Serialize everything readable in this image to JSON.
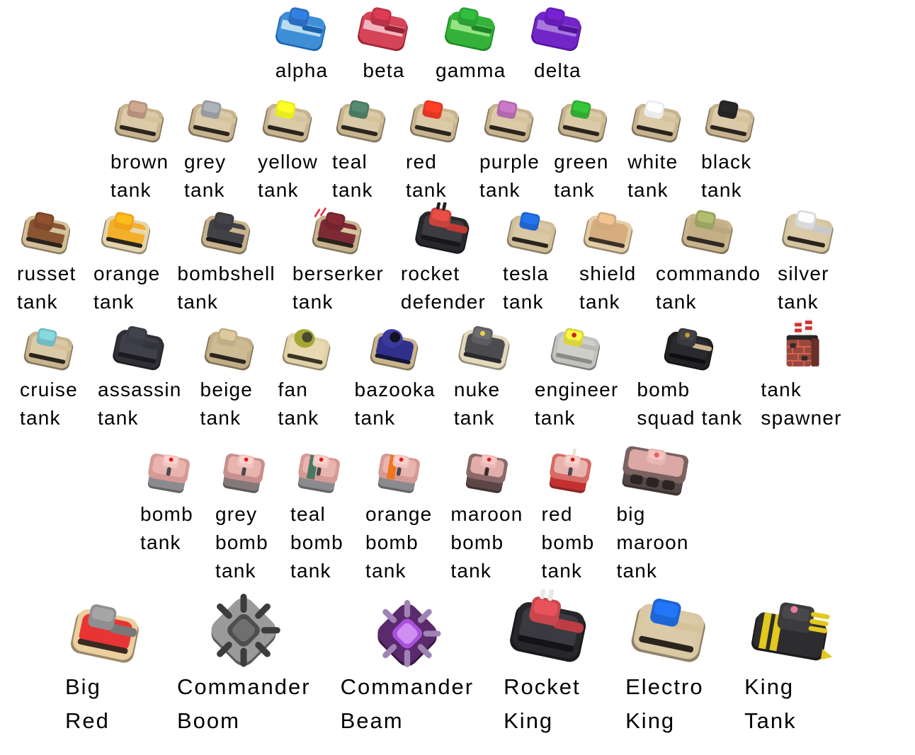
{
  "page": {
    "background": "#ffffff"
  },
  "rows": [
    {
      "items": [
        {
          "id": "alpha-tank",
          "lines": [
            "alpha"
          ],
          "icon": {
            "type": "solid",
            "w": 86,
            "colors": {
              "main": "#3f8fd6",
              "light": "#b9dcf2",
              "dark": "#1d66b4",
              "turret": "#2b6cc0"
            }
          }
        },
        {
          "id": "beta-tank",
          "lines": [
            "beta"
          ],
          "icon": {
            "type": "solid",
            "w": 86,
            "colors": {
              "main": "#d64458",
              "light": "#f2b6c0",
              "dark": "#9c2438",
              "turret": "#bb3248"
            }
          }
        },
        {
          "id": "gamma-tank",
          "lines": [
            "gamma"
          ],
          "icon": {
            "type": "solid",
            "w": 86,
            "colors": {
              "main": "#35b23a",
              "light": "#93e383",
              "dark": "#1f8c28",
              "turret": "#2aa035"
            }
          }
        },
        {
          "id": "delta-tank",
          "lines": [
            "delta"
          ],
          "icon": {
            "type": "solid",
            "w": 86,
            "colors": {
              "main": "#7326c8",
              "light": "#a678dc",
              "dark": "#5714a0",
              "turret": "#651bb4"
            }
          }
        }
      ]
    },
    {
      "items": [
        {
          "id": "brown-tank",
          "lines": [
            "brown",
            "tank"
          ],
          "icon": {
            "type": "classic",
            "w": 84,
            "colors": {
              "track": "#c7b38e",
              "body": "#dbcaa8",
              "line": "#29241d",
              "barrel": "#d6c29a",
              "turret": "#b3917b"
            }
          }
        },
        {
          "id": "grey-tank",
          "lines": [
            "grey",
            "tank"
          ],
          "icon": {
            "type": "classic",
            "w": 84,
            "colors": {
              "track": "#c7b38e",
              "body": "#dbcaa8",
              "line": "#29241d",
              "barrel": "#d6c29a",
              "turret": "#979aa2"
            }
          }
        },
        {
          "id": "yellow-tank",
          "lines": [
            "yellow",
            "tank"
          ],
          "icon": {
            "type": "classic",
            "w": 84,
            "colors": {
              "track": "#c7b38e",
              "body": "#dbcaa8",
              "line": "#29241d",
              "barrel": "#d6c29a",
              "turret": "#e8ec1f"
            }
          }
        },
        {
          "id": "teal-tank",
          "lines": [
            "teal",
            "tank"
          ],
          "icon": {
            "type": "classic",
            "w": 84,
            "colors": {
              "track": "#c7b38e",
              "body": "#dbcaa8",
              "line": "#29241d",
              "barrel": "#d6c29a",
              "turret": "#497862"
            }
          }
        },
        {
          "id": "red-tank",
          "lines": [
            "red",
            "tank"
          ],
          "icon": {
            "type": "classic",
            "w": 84,
            "colors": {
              "track": "#c7b38e",
              "body": "#dbcaa8",
              "line": "#29241d",
              "barrel": "#d6c29a",
              "turret": "#e13722"
            }
          }
        },
        {
          "id": "purple-tank",
          "lines": [
            "purple",
            "tank"
          ],
          "icon": {
            "type": "classic",
            "w": 84,
            "colors": {
              "track": "#c7b38e",
              "body": "#dbcaa8",
              "line": "#29241d",
              "barrel": "#d6c29a",
              "turret": "#b168ad"
            }
          }
        },
        {
          "id": "green-tank",
          "lines": [
            "green",
            "tank"
          ],
          "icon": {
            "type": "classic",
            "w": 84,
            "colors": {
              "track": "#c7b38e",
              "body": "#dbcaa8",
              "line": "#29241d",
              "barrel": "#d6c29a",
              "turret": "#2fab33"
            }
          }
        },
        {
          "id": "white-tank",
          "lines": [
            "white",
            "tank"
          ],
          "icon": {
            "type": "classic",
            "w": 84,
            "colors": {
              "track": "#c7b38e",
              "body": "#dbcaa8",
              "line": "#29241d",
              "barrel": "#d6c29a",
              "turret": "#ebebed"
            }
          }
        },
        {
          "id": "black-tank",
          "lines": [
            "black",
            "tank"
          ],
          "icon": {
            "type": "classic",
            "w": 84,
            "colors": {
              "track": "#c7b38e",
              "body": "#dbcaa8",
              "line": "#29241d",
              "barrel": "#d6c29a",
              "turret": "#232323"
            }
          }
        }
      ]
    },
    {
      "items": [
        {
          "id": "russet-tank",
          "lines": [
            "russet",
            "tank"
          ],
          "icon": {
            "type": "classic",
            "w": 84,
            "colors": {
              "track": "#d3bf98",
              "body": "#8a5531",
              "line": "#29241d",
              "barrel": "#d6c29a",
              "turret": "#7c4628"
            }
          }
        },
        {
          "id": "orange-tank",
          "lines": [
            "orange",
            "tank"
          ],
          "icon": {
            "type": "classic",
            "w": 84,
            "colors": {
              "track": "#e4d4ae",
              "body": "#f2b02a",
              "line": "#29241d",
              "barrel": "#e8d8ae",
              "turret": "#f0a318"
            }
          }
        },
        {
          "id": "bombshell-tank",
          "lines": [
            "bombshell",
            "tank"
          ],
          "icon": {
            "type": "classic",
            "w": 84,
            "colors": {
              "track": "#c7b38e",
              "body": "#414146",
              "line": "#1b1b1e",
              "barrel": "#c7b38e",
              "turret": "#3a3a40"
            }
          }
        },
        {
          "id": "berserker-tank",
          "lines": [
            "berserker",
            "tank"
          ],
          "icon": {
            "type": "classic",
            "w": 84,
            "colors": {
              "track": "#c7b38e",
              "body": "#7e2a34",
              "line": "#29241d",
              "barrel": "#d6c29a",
              "turret": "#73242e",
              "mark": "#e8304a"
            }
          }
        },
        {
          "id": "rocket-defender",
          "lines": [
            "rocket",
            "defender"
          ],
          "icon": {
            "type": "classic",
            "w": 92,
            "thick": true,
            "colors": {
              "track": "#28282c",
              "body": "#3c3c40",
              "line": "#17171a",
              "barrel": "#c23a34",
              "turret": "#c8433c",
              "spikes": "#222226"
            }
          }
        },
        {
          "id": "tesla-tank",
          "lines": [
            "tesla",
            "tank"
          ],
          "icon": {
            "type": "classic",
            "w": 84,
            "colors": {
              "track": "#cfbd98",
              "body": "#d9c8a6",
              "line": "#29241d",
              "barrel": "#d6c29a",
              "turret": "#2063ce"
            }
          }
        },
        {
          "id": "shield-tank",
          "lines": [
            "shield",
            "tank"
          ],
          "icon": {
            "type": "classic",
            "w": 84,
            "colors": {
              "track": "#e3cda6",
              "body": "#d6ad80",
              "line": "#3a3228",
              "turret": "#cfa87c"
            }
          }
        },
        {
          "id": "commando-tank",
          "lines": [
            "commando",
            "tank"
          ],
          "icon": {
            "type": "classic",
            "w": 88,
            "colors": {
              "track": "#c9b48c",
              "body": "#c3ae86",
              "line": "#2e2a24",
              "barrel": "#b9a87e",
              "turret": "#9aa35f"
            }
          }
        },
        {
          "id": "silver-tank",
          "lines": [
            "silver",
            "tank"
          ],
          "icon": {
            "type": "classic",
            "w": 88,
            "thick": true,
            "colors": {
              "track": "#d5c5a0",
              "body": "#dbcaa8",
              "line": "#29241d",
              "barrel": "#c9c9cc",
              "turret": "#d9d9db"
            }
          }
        }
      ]
    },
    {
      "items": [
        {
          "id": "cruise-tank",
          "lines": [
            "cruise",
            "tank"
          ],
          "icon": {
            "type": "classic",
            "w": 84,
            "colors": {
              "track": "#c7b38e",
              "body": "#dbcaa8",
              "line": "#29241d",
              "barrel": "#d6c29a",
              "turret": "#74bac0"
            }
          }
        },
        {
          "id": "assassin-tank",
          "lines": [
            "assassin",
            "tank"
          ],
          "icon": {
            "type": "classic",
            "w": 88,
            "thick": true,
            "colors": {
              "track": "#303036",
              "body": "#40404a",
              "line": "#1a1a20",
              "barrel": "#33333b",
              "turret": "#3a3a44"
            }
          }
        },
        {
          "id": "beige-tank",
          "lines": [
            "beige",
            "tank"
          ],
          "icon": {
            "type": "classic",
            "w": 84,
            "colors": {
              "track": "#c2ad87",
              "body": "#cdbb96",
              "line": "#29241d",
              "barrel": "#cbb992",
              "turret": "#bfae87"
            }
          }
        },
        {
          "id": "fan-tank",
          "lines": [
            "fan",
            "tank"
          ],
          "icon": {
            "type": "classic",
            "w": 82,
            "round": true,
            "colors": {
              "track": "#e2d0a8",
              "body": "#e9d9b2",
              "line": "#3a3426",
              "turret": "#a3a833",
              "hole": "#4a4a30"
            }
          }
        },
        {
          "id": "bazooka-tank",
          "lines": [
            "bazooka",
            "tank"
          ],
          "icon": {
            "type": "classic",
            "w": 82,
            "round": true,
            "colors": {
              "track": "#c9b48c",
              "body": "#30308c",
              "line": "#15153a",
              "turret": "#3a3a9e",
              "hole": "#121220"
            }
          }
        },
        {
          "id": "nuke-tank",
          "lines": [
            "nuke",
            "tank"
          ],
          "icon": {
            "type": "classic",
            "w": 88,
            "colors": {
              "track": "#e4d8bc",
              "body": "#4c4c50",
              "line": "#2a2a2e",
              "turret": "#5e5e62",
              "dot": "#e8d44a"
            }
          }
        },
        {
          "id": "engineer-tank",
          "lines": [
            "engineer",
            "tank"
          ],
          "icon": {
            "type": "classic",
            "w": 84,
            "colors": {
              "track": "#c2c2be",
              "body": "#cfcfc9",
              "line": "#8a8a86",
              "barrel": "#b9b9b4",
              "turret": "#d9d53a",
              "dot": "#d02020"
            }
          }
        },
        {
          "id": "bomb-squad-tank",
          "lines": [
            "bomb",
            "squad tank"
          ],
          "icon": {
            "type": "classic",
            "w": 84,
            "colors": {
              "track": "#222225",
              "body": "#2a2a2e",
              "line": "#0e0e10",
              "barrel": "#c9b48c",
              "turret": "#39393e",
              "dot": "#c8a028"
            }
          }
        },
        {
          "id": "tank-spawner",
          "lines": [
            "tank",
            "spawner"
          ],
          "icon": {
            "type": "chimney",
            "w": 82,
            "colors": {
              "brick": "#9a473c",
              "rocket": "#f2f2ee",
              "stripe": "#d23030",
              "top": "#2a2424",
              "blotch": "#33282a"
            }
          }
        }
      ]
    },
    {
      "items": [
        {
          "id": "bomb-tank",
          "lines": [
            "bomb",
            "tank"
          ],
          "icon": {
            "type": "bomb",
            "w": 80,
            "colors": {
              "top": "#eab4ae",
              "mid": "#d69a94",
              "side": "#8b8b8f",
              "cap": "#f1c5c0",
              "dot": "#e01c1c",
              "snout": "#4a4a4e"
            }
          }
        },
        {
          "id": "grey-bomb-tank",
          "lines": [
            "grey",
            "bomb",
            "tank"
          ],
          "icon": {
            "type": "bomb",
            "w": 80,
            "colors": {
              "top": "#eab4ae",
              "mid": "#c5908d",
              "side": "#84787a",
              "cap": "#f1c5c0",
              "dot": "#e01c1c",
              "snout": "#4a4a4e"
            }
          }
        },
        {
          "id": "teal-bomb-tank",
          "lines": [
            "teal",
            "bomb",
            "tank"
          ],
          "icon": {
            "type": "bomb",
            "w": 80,
            "colors": {
              "top": "#eab4ae",
              "mid": "#d69a94",
              "side": "#8b8b8f",
              "stripe": "#497862",
              "cap": "#f1c5c0",
              "dot": "#e01c1c",
              "snout": "#4a4a4e"
            }
          }
        },
        {
          "id": "orange-bomb-tank",
          "lines": [
            "orange",
            "bomb",
            "tank"
          ],
          "icon": {
            "type": "bomb",
            "w": 80,
            "colors": {
              "top": "#eab4ae",
              "mid": "#d69a94",
              "side": "#8b8b8f",
              "stripe": "#f0761c",
              "cap": "#f1c5c0",
              "dot": "#e01c1c",
              "snout": "#4a4a4e"
            }
          }
        },
        {
          "id": "maroon-bomb-tank",
          "lines": [
            "maroon",
            "bomb",
            "tank"
          ],
          "icon": {
            "type": "bomb",
            "w": 80,
            "colors": {
              "top": "#e2aca8",
              "mid": "#8a6a68",
              "side": "#5c4646",
              "cap": "#edbcb8",
              "dot": "#e01c1c",
              "snout": "#3a2e2e"
            }
          }
        },
        {
          "id": "red-bomb-tank",
          "lines": [
            "red",
            "bomb",
            "tank"
          ],
          "icon": {
            "type": "bomb",
            "w": 80,
            "colors": {
              "top": "#eab4ae",
              "mid": "#d66a64",
              "side": "#c23030",
              "cap": "#f1c5c0",
              "dot": "#e01c1c",
              "snout": "#4a4a4e",
              "spike": "#e8e2d8"
            }
          }
        },
        {
          "id": "big-maroon-tank",
          "lines": [
            "big",
            "maroon",
            "tank"
          ],
          "icon": {
            "type": "bigbomb",
            "w": 106,
            "colors": {
              "top": "#dca8a4",
              "mid": "#7a6260",
              "side": "#564747",
              "cap": "#e8b8b4",
              "dot": "#e86060",
              "slot": "#2c2424"
            }
          }
        }
      ]
    },
    {
      "items": [
        {
          "id": "big-red",
          "lines": [
            "Big",
            "Red"
          ],
          "icon": {
            "type": "classic",
            "w": 116,
            "thick": true,
            "colors": {
              "track": "#eccf9e",
              "body": "#e83434",
              "line": "#3a2a22",
              "barrel": "#787878",
              "turret": "#8f8f8f"
            }
          }
        },
        {
          "id": "commander-boom",
          "lines": [
            "Commander",
            "Boom"
          ],
          "icon": {
            "type": "spider",
            "w": 124,
            "colors": {
              "base": "#9a9a9a",
              "spike": "#3c3c3c",
              "core": "#4e4e4e",
              "coreHi": "#6f6f6f"
            }
          }
        },
        {
          "id": "commander-beam",
          "lines": [
            "Commander",
            "Beam"
          ],
          "icon": {
            "type": "spider",
            "w": 114,
            "colors": {
              "base": "#5a2a6c",
              "spike": "#9f83b5",
              "core": "#a851dc",
              "coreHi": "#cf8ef0"
            }
          }
        },
        {
          "id": "rocket-king",
          "lines": [
            "Rocket",
            "King"
          ],
          "icon": {
            "type": "classic",
            "w": 130,
            "thick": true,
            "colors": {
              "track": "#26262b",
              "body": "#3a3a40",
              "line": "#141418",
              "barrel": "#bd3d44",
              "turret": "#c8474e",
              "spikes": "#e8e8e8"
            }
          }
        },
        {
          "id": "electro-king",
          "lines": [
            "Electro",
            "King"
          ],
          "icon": {
            "type": "classic",
            "w": 126,
            "colors": {
              "track": "#d9c8a2",
              "body": "#dbcaa8",
              "line": "#29241d",
              "barrel": "#d6c29a",
              "turret": "#1e66d6"
            }
          }
        },
        {
          "id": "king-tank",
          "lines": [
            "King",
            "Tank"
          ],
          "icon": {
            "type": "king",
            "w": 134,
            "colors": {
              "body": "#2d2d2f",
              "stripe": "#e3c81e",
              "turret": "#3c3c3e",
              "pipe": "#e3c81e",
              "dotFill": "#e87a9e"
            }
          }
        }
      ]
    }
  ]
}
